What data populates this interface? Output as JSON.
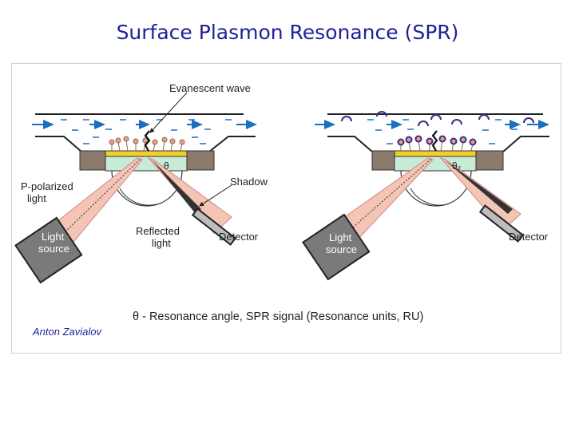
{
  "title": "Surface Plasmon Resonance (SPR)",
  "diagram": {
    "left_panel": {
      "evanescent_label": "Evanescent wave",
      "angle_label": "θ",
      "polarized_label": [
        "P-polarized",
        "light"
      ],
      "shadow_label": "Shadow",
      "reflected_label": [
        "Reflected",
        "light"
      ],
      "detector_label": "Detector",
      "source_label": [
        "Light",
        "source"
      ]
    },
    "right_panel": {
      "angle_label": "θ₂",
      "detector_label": "Detector",
      "source_label": [
        "Light",
        "source"
      ]
    },
    "caption": "θ - Resonance angle, SPR signal (Resonance units, RU)"
  },
  "author": "Anton Zavialov",
  "colors": {
    "title": "#1f1f9a",
    "flow_arrow": "#1b6fc0",
    "gold_layer": "#f3cf2a",
    "prism": "#c8ebd8",
    "beam": "#f4c4b5",
    "block": "#8a7b6b",
    "source_box": "#7a7a7a",
    "ligand": "#e8a07c",
    "analyte": "#3c2c8c"
  }
}
